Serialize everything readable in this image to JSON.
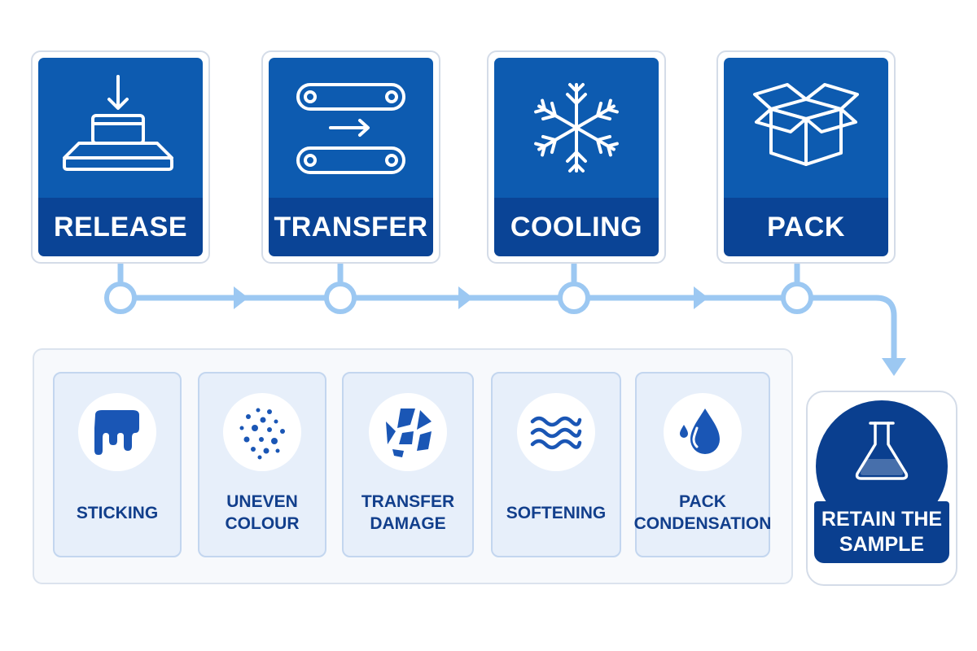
{
  "stages": [
    {
      "label": "RELEASE",
      "icon": "press-release-icon"
    },
    {
      "label": "TRANSFER",
      "icon": "conveyor-icon"
    },
    {
      "label": "COOLING",
      "icon": "snowflake-icon"
    },
    {
      "label": "PACK",
      "icon": "box-icon"
    }
  ],
  "issues": [
    {
      "label": "STICKING",
      "icon": "drip-icon"
    },
    {
      "label": "UNEVEN COLOUR",
      "icon": "speckle-icon"
    },
    {
      "label": "TRANSFER DAMAGE",
      "icon": "cracked-icon"
    },
    {
      "label": "SOFTENING",
      "icon": "waves-icon"
    },
    {
      "label": "PACK CONDENSATION",
      "icon": "droplet-icon"
    }
  ],
  "outcome": {
    "label": "RETAIN THE SAMPLE",
    "icon": "flask-icon"
  },
  "colors": {
    "stage_fill": "#0d5bb0",
    "stage_label_fill": "#0a4496",
    "flow_line": "#9cc8f2",
    "issue_card": "#e7effa",
    "issue_text": "#123f8c",
    "outcome_fill": "#0a3f8f"
  }
}
